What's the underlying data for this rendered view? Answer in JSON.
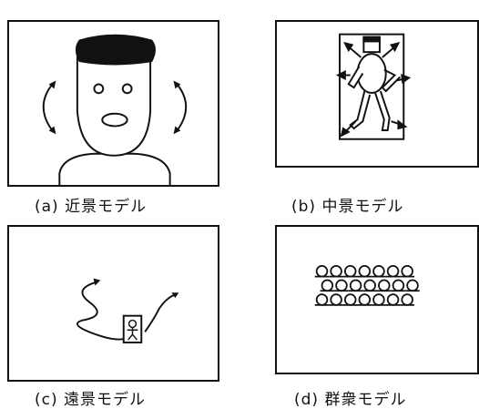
{
  "panels": [
    {
      "caption": "(a) 近景モデル"
    },
    {
      "caption": "(b) 中景モデル"
    },
    {
      "caption": "(c) 遠景モデル"
    },
    {
      "caption": "(d) 群衆モデル"
    }
  ]
}
